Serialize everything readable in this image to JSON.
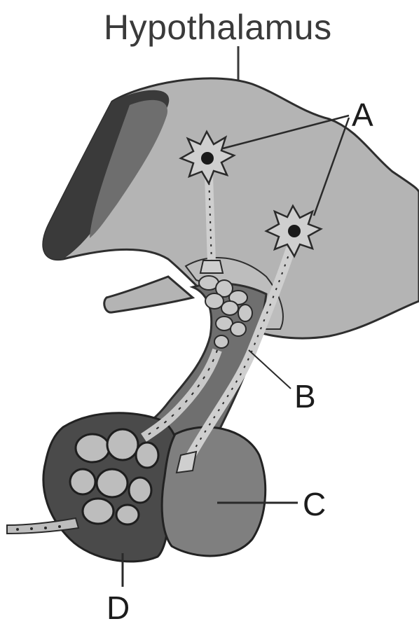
{
  "title": "Hypothalamus",
  "labels": {
    "a": "A",
    "b": "B",
    "c": "C",
    "d": "D"
  },
  "colors": {
    "background": "#ffffff",
    "hypothalamus_fill": "#b4b4b4",
    "ventricle_dark": "#3a3a3a",
    "ventricle_mid": "#6e6e6e",
    "stalk_fill": "#6f6f6f",
    "portal_vessel_fill": "#c8c8c8",
    "anterior_lobe_fill": "#4a4a4a",
    "posterior_lobe_fill": "#7f7f7f",
    "neuron_body": "#cfcfcf",
    "nucleus": "#1a1a1a",
    "leader_line": "#2a2a2a"
  }
}
